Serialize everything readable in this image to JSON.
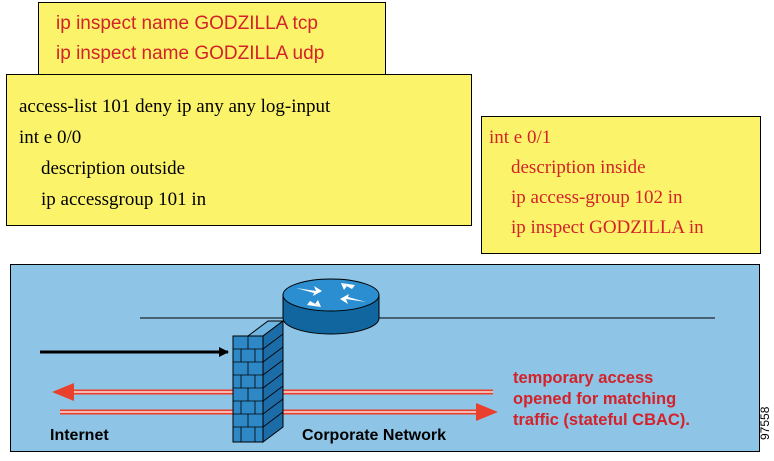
{
  "inspect_box": {
    "lines": [
      "ip inspect name GODZILLA tcp",
      "ip inspect name GODZILLA udp"
    ]
  },
  "outside_box": {
    "lines": [
      "access-list 101 deny ip any any log-input",
      "int e 0/0",
      "description outside",
      "ip accessgroup 101 in"
    ]
  },
  "inside_box": {
    "lines": [
      "int e 0/1",
      "description inside",
      "ip access-group 102 in",
      "ip inspect GODZILLA in"
    ]
  },
  "diagram": {
    "internet_label": "Internet",
    "corporate_label": "Corporate Network",
    "note_lines": [
      "temporary access",
      "opened for matching",
      "traffic (stateful CBAC)."
    ],
    "figure_id": "97558",
    "colors": {
      "panel": "#8ec5e6",
      "box": "#fbf46a",
      "red_text": "#d3222a",
      "router": "#1a7fc1",
      "firewall": "#2f88c6",
      "arrow_red": "#e8402c"
    }
  }
}
